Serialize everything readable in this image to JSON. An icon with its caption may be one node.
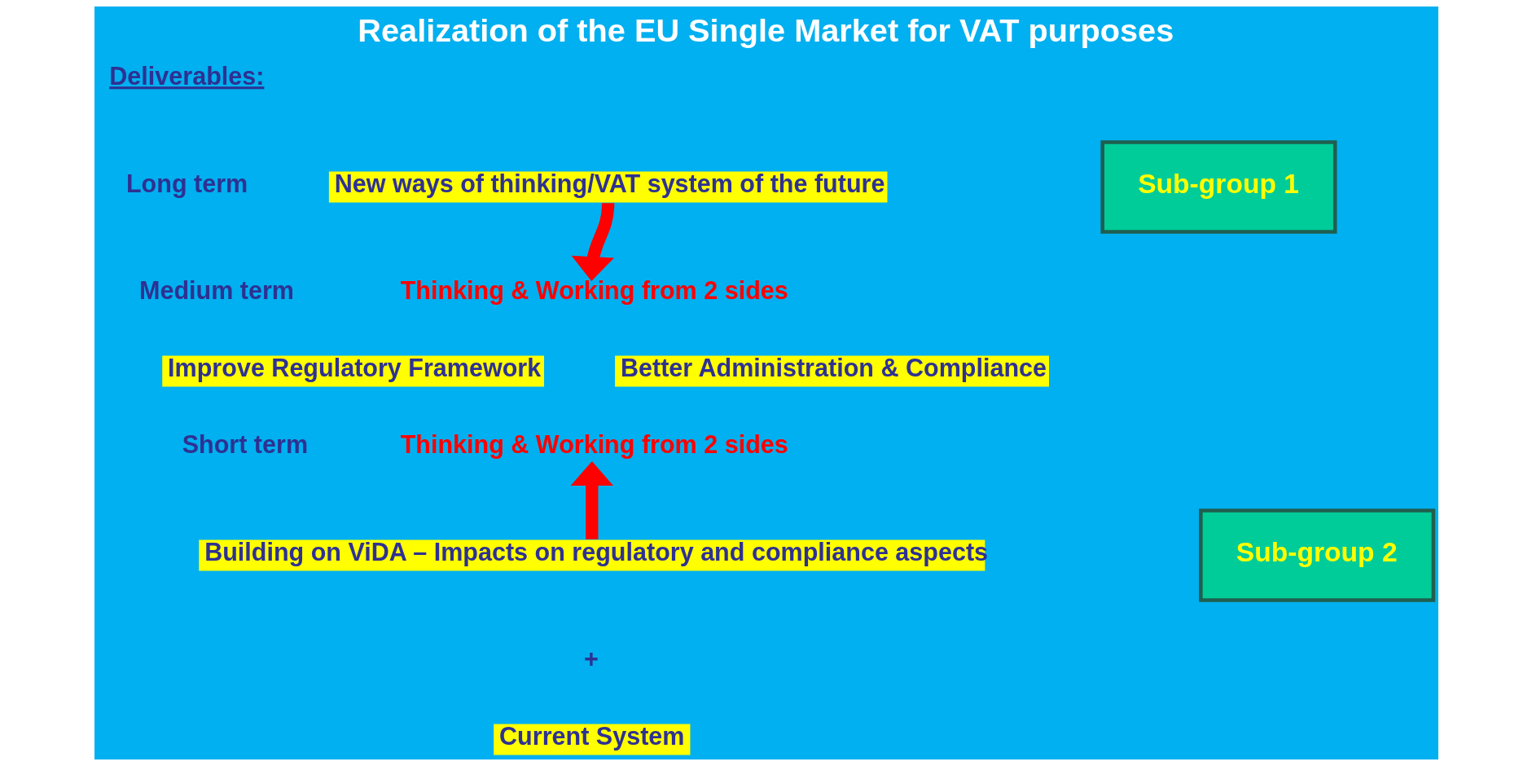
{
  "diagram": {
    "title": "Realization of the EU Single Market for VAT purposes",
    "nodes": [
      {
        "text": [
          "New ways of thinking/VAT system of the future"
        ]
      },
      {
        "text": [
          "Thinking & Working from 2 sides"
        ]
      },
      {
        "text": [
          "Improve Regulatory Framework"
        ]
      },
      {
        "text": [
          "Better Administration & Compliance"
        ]
      },
      {
        "text": [
          "Thinking & Working from 2 sides"
        ]
      },
      {
        "text": [
          "Building on ViDA – Impacts on regulatory and compliance aspects"
        ]
      },
      {
        "text": [
          "Current System"
        ]
      },
      {
        "text": [
          "Sub-group 1"
        ]
      },
      {
        "text": [
          "Sub-group 2"
        ]
      }
    ],
    "edges": [
      {
        "from": 0,
        "to": 1,
        "arrow": "to"
      },
      {
        "from": 5,
        "to": 4,
        "arrow": "to"
      }
    ],
    "labels": [
      "Deliverables:",
      "Long term",
      "Medium term",
      "Short term",
      "+"
    ]
  }
}
